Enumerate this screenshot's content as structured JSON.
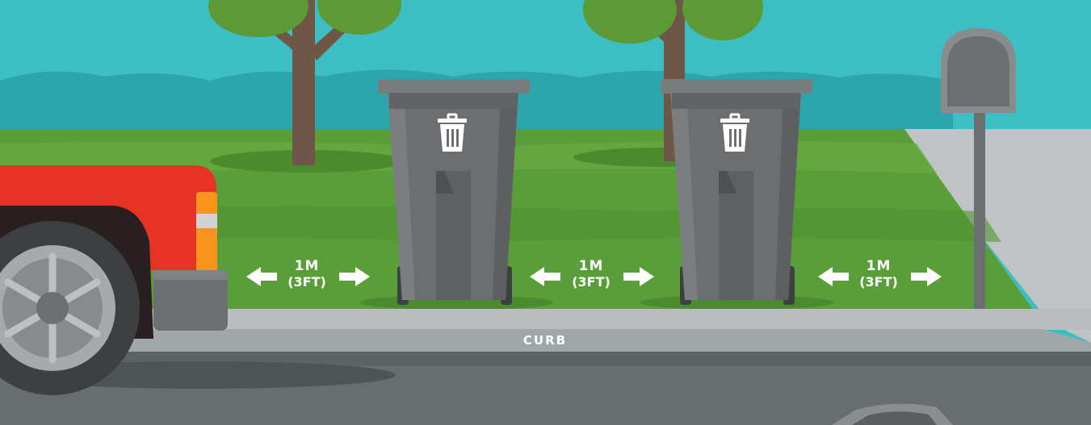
{
  "labels": {
    "curb": "CURB",
    "spacing": [
      {
        "distance": "1M",
        "imperial": "(3FT)"
      },
      {
        "distance": "1M",
        "imperial": "(3FT)"
      },
      {
        "distance": "1M",
        "imperial": "(3FT)"
      }
    ]
  },
  "icons": [
    "trash-can-icon",
    "left-arrow-icon",
    "right-arrow-icon"
  ],
  "colors": {
    "sky": "#3dbdc4",
    "hills": "#2aa6ac",
    "grass": "#5a9e3a",
    "sidewalk": "#b9bdbe",
    "curb": "#a0a7a9",
    "road": "#686d70",
    "bin": "#6d6e70",
    "truck": "#e63326",
    "tree_trunk": "#6e5746",
    "tree_leaves": "#5b9a34"
  }
}
